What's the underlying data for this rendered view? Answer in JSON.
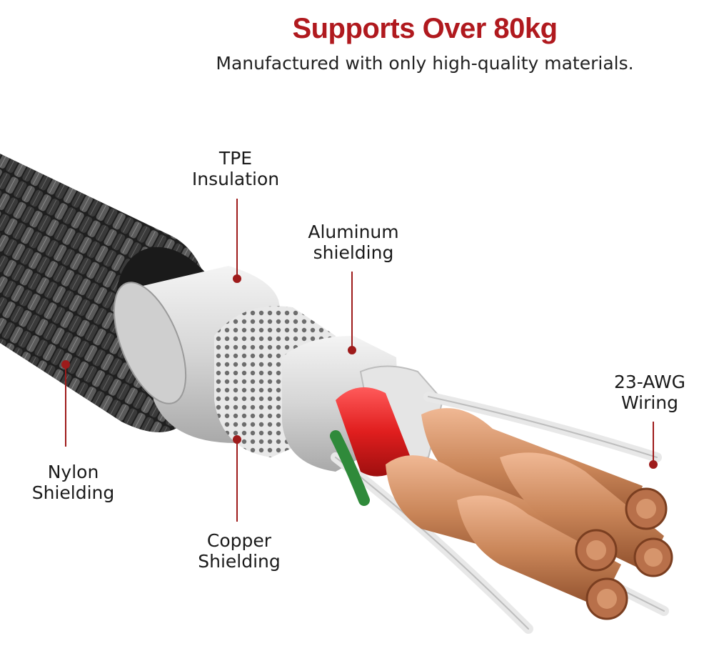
{
  "header": {
    "title": "Supports Over 80kg",
    "subtitle": "Manufactured with only high-quality materials."
  },
  "labels": {
    "tpe": {
      "line1": "TPE",
      "line2": "Insulation"
    },
    "aluminum": {
      "line1": "Aluminum",
      "line2": "shielding"
    },
    "awg": {
      "line1": "23-AWG",
      "line2": "Wiring"
    },
    "nylon": {
      "line1": "Nylon",
      "line2": "Shielding"
    },
    "copper": {
      "line1": "Copper",
      "line2": "Shielding"
    }
  },
  "colors": {
    "accent": "#b0191e",
    "braid": "#2a2a2a",
    "insulation": "#d9d9d9",
    "copper": "#c98558",
    "red_wire": "#e01e1e"
  }
}
